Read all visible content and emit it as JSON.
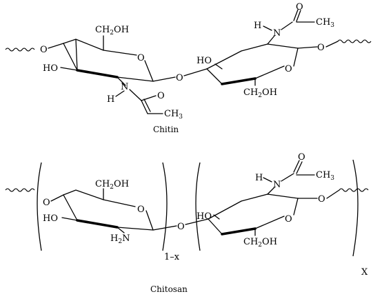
{
  "chitin": {
    "caption": "Chitin",
    "ring1": {
      "o_left": "O",
      "ring_o": "O",
      "oh": "HO",
      "ch2oh": {
        "main": "CH",
        "sub": "2",
        "tail": "OH"
      },
      "n": "N",
      "h": "H",
      "carbonyl_o": "O",
      "ch3": {
        "main": "CH",
        "sub": "3"
      }
    },
    "glyco_o": "O",
    "ring2": {
      "ring_o": "O",
      "o_right": "O",
      "ho": "HO",
      "ch2oh": {
        "main": "CH",
        "sub": "2",
        "tail": "OH"
      },
      "h": "H",
      "n": "N",
      "carbonyl_o": "O",
      "ch3": {
        "main": "CH",
        "sub": "3"
      }
    }
  },
  "chitosan": {
    "caption": "Chitosan",
    "ring1": {
      "o_left": "O",
      "ring_o": "O",
      "ho": "HO",
      "ch2oh": {
        "main": "CH",
        "sub": "2",
        "tail": "OH"
      },
      "nh2": {
        "h": "H",
        "sub": "2",
        "n": "N"
      }
    },
    "glyco_o": "O",
    "ring2": {
      "ring_o": "O",
      "o_right": "O",
      "ho": "HO",
      "ch2oh": {
        "main": "CH",
        "sub": "2",
        "tail": "OH"
      },
      "h": "H",
      "n": "N",
      "carbonyl_o": "O",
      "ch3": {
        "main": "CH",
        "sub": "3"
      }
    },
    "subscript_left": "1–x",
    "subscript_right": "X"
  }
}
